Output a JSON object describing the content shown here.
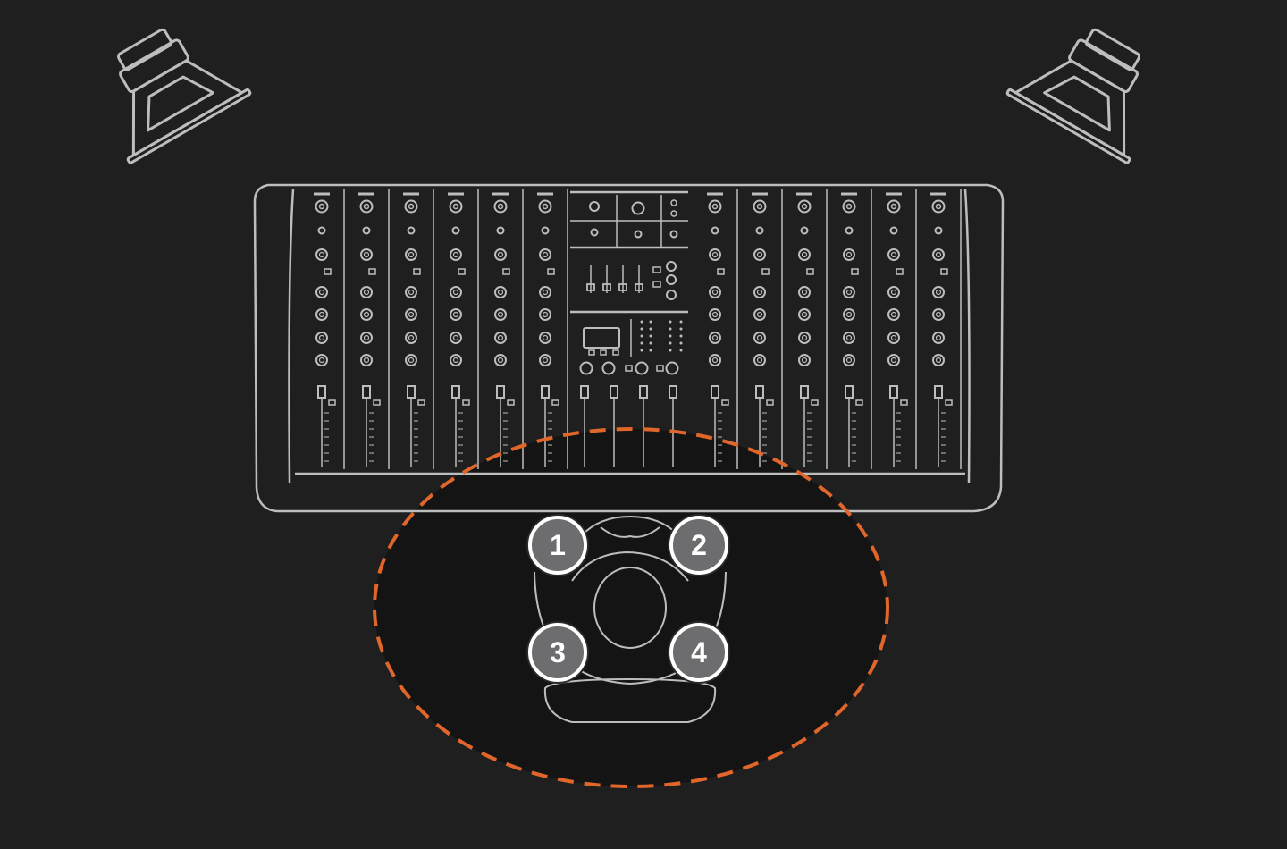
{
  "scene": {
    "background_color": "#1f1f20",
    "line_color": "#bdbdbd",
    "listening_zone_color": "#e0662a"
  },
  "speakers": [
    {
      "name": "left-speaker-icon"
    },
    {
      "name": "right-speaker-icon"
    }
  ],
  "mixer": {
    "left_channel_strips": 6,
    "right_channel_strips": 6,
    "master_faders": 4
  },
  "listening_positions": [
    {
      "label": "1"
    },
    {
      "label": "2"
    },
    {
      "label": "3"
    },
    {
      "label": "4"
    }
  ]
}
